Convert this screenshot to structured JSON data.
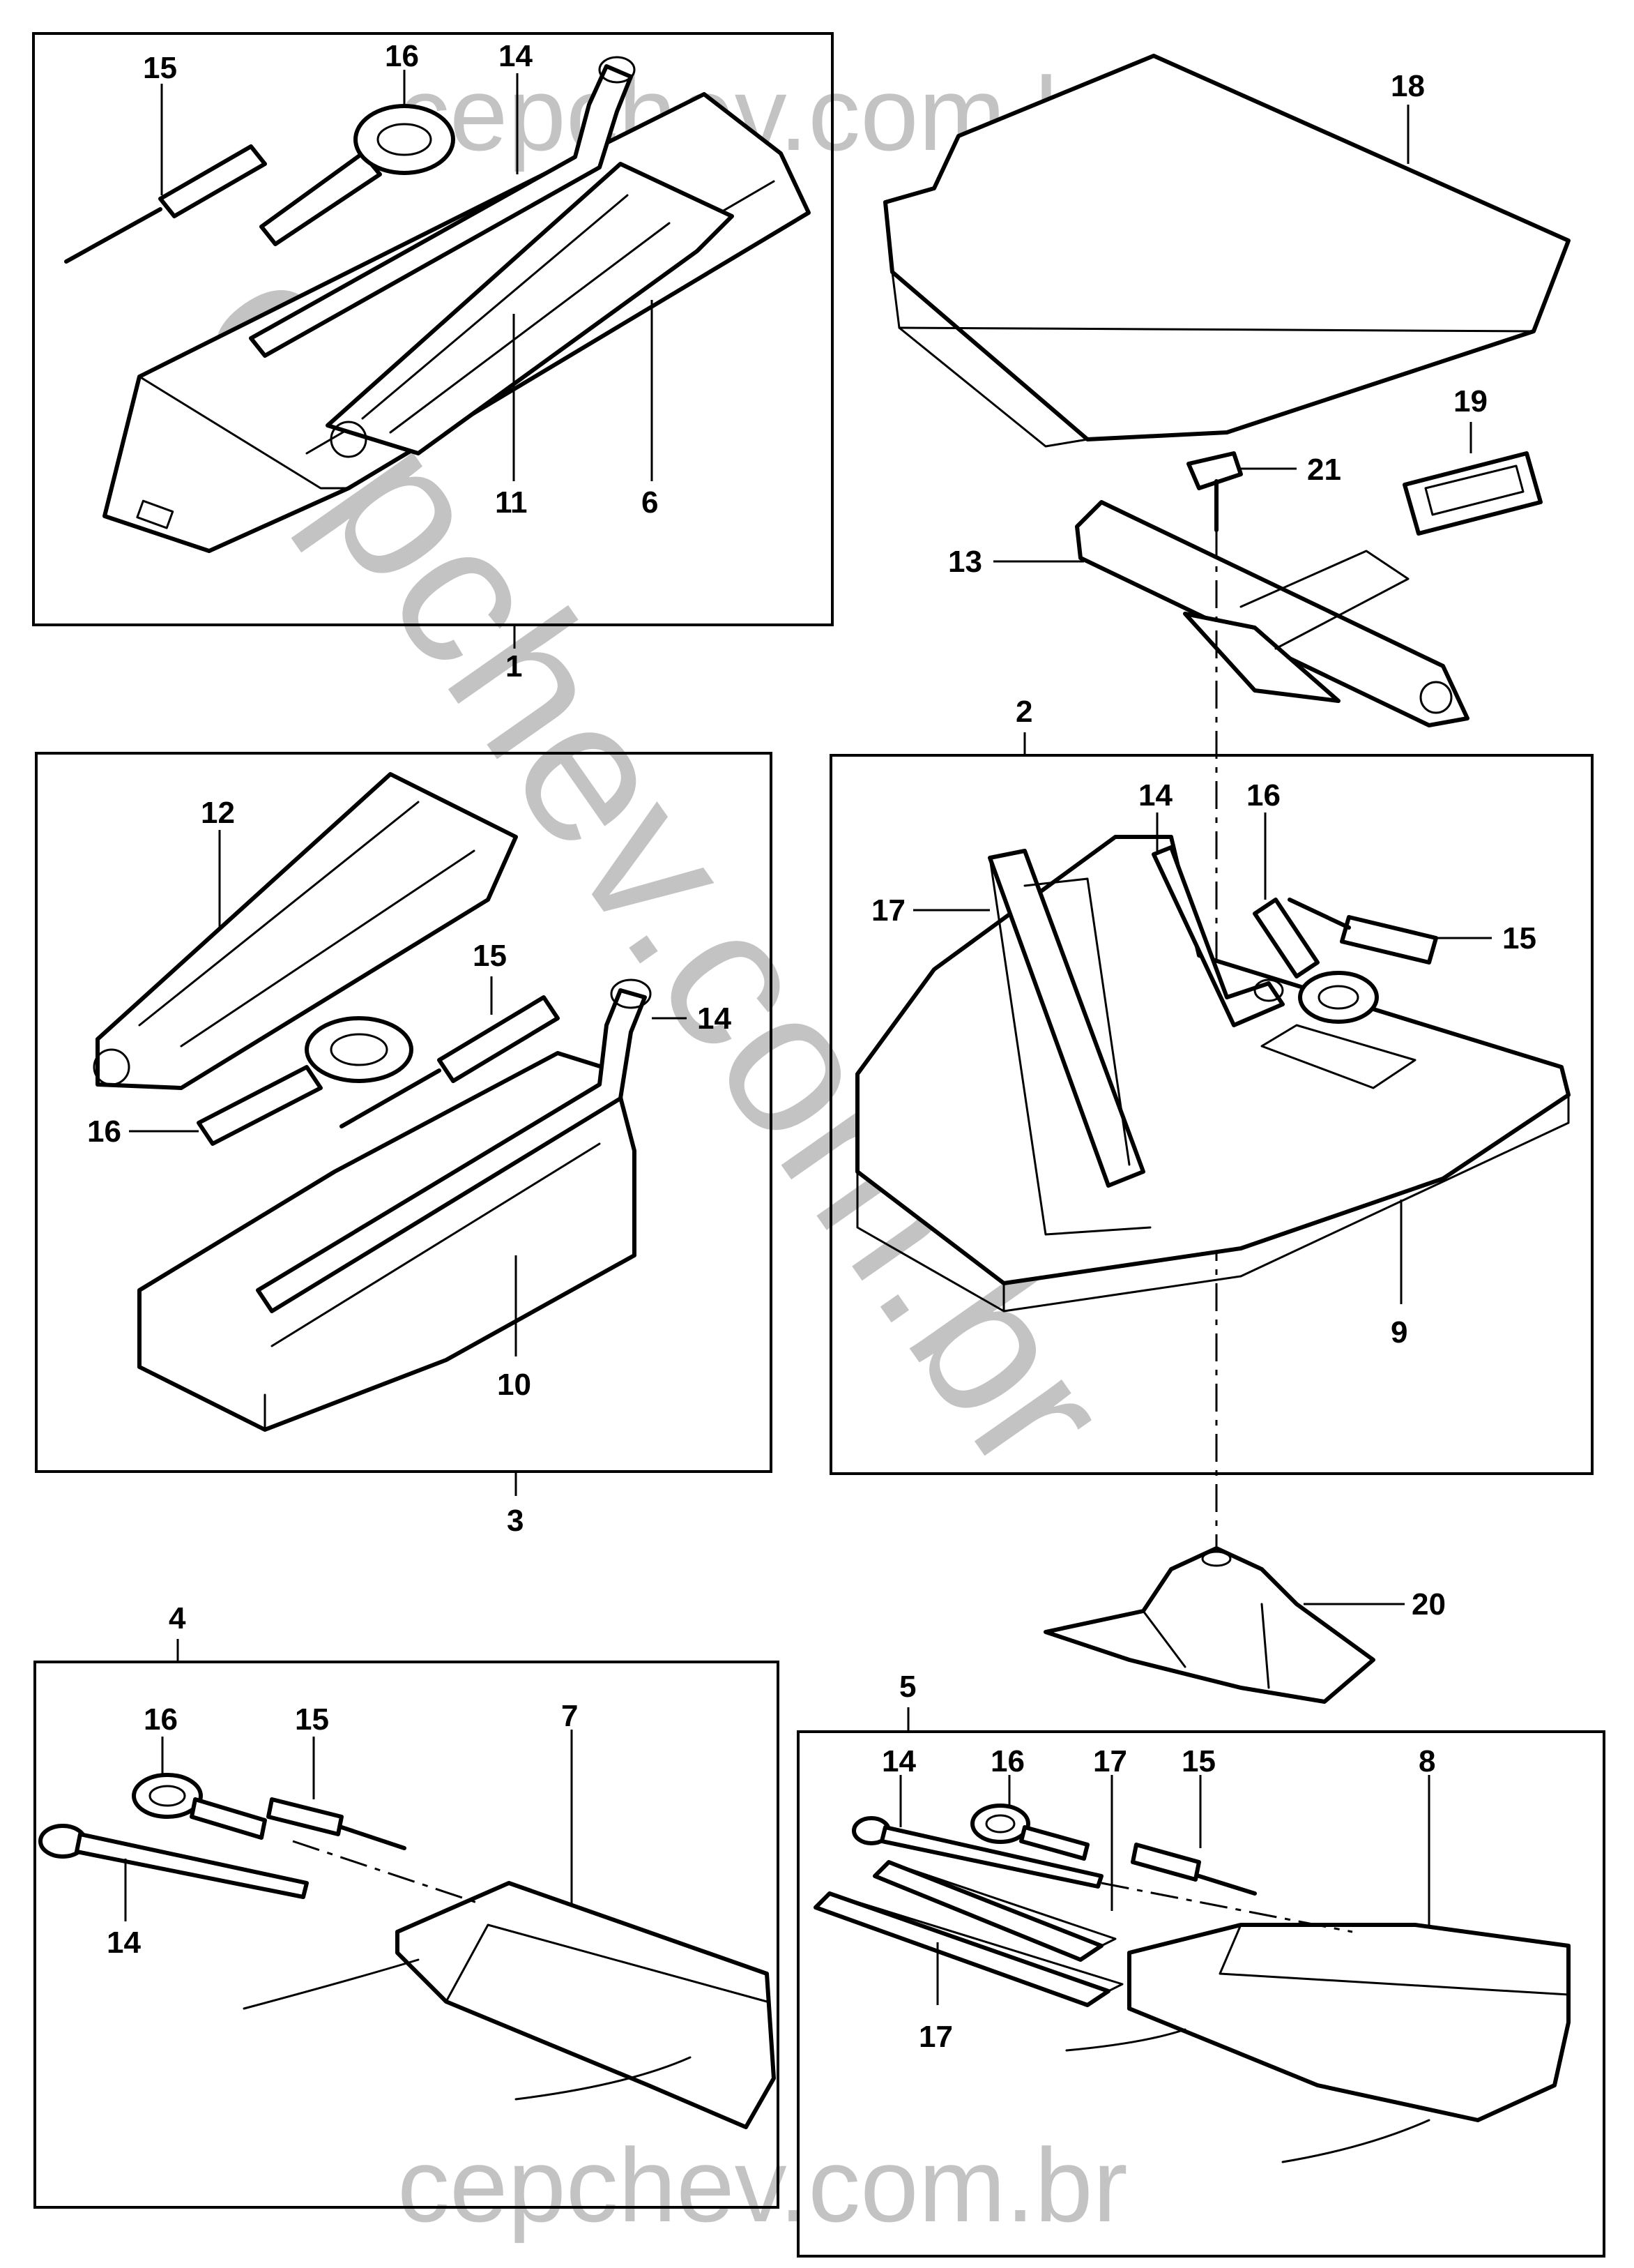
{
  "watermark": {
    "text": "cepchev.com.br",
    "color": "#b9b9b9"
  },
  "callouts": {
    "c1": "1",
    "c2": "2",
    "c3": "3",
    "c4": "4",
    "c5": "5",
    "c6": "6",
    "c7": "7",
    "c8": "8",
    "c9": "9",
    "c10": "10",
    "c11": "11",
    "c12": "12",
    "c13": "13",
    "c14a": "14",
    "c14b": "14",
    "c14c": "14",
    "c14d": "14",
    "c14e": "14",
    "c15a": "15",
    "c15b": "15",
    "c15c": "15",
    "c15d": "15",
    "c15e": "15",
    "c16a": "16",
    "c16b": "16",
    "c16c": "16",
    "c16d": "16",
    "c16e": "16",
    "c17a": "17",
    "c17b": "17",
    "c17c": "17",
    "c18": "18",
    "c19": "19",
    "c20": "20",
    "c21": "21"
  },
  "parts": {
    "screwdriver-icon": "screwdriver",
    "wrench-icon": "lug-wrench",
    "eye-bolt-icon": "tow-eye",
    "jack-icon": "scissor-jack",
    "tray-icon": "foam-tray",
    "cover-icon": "trunk-cover",
    "pouch-icon": "tool-bag",
    "stand-icon": "jack-base"
  }
}
